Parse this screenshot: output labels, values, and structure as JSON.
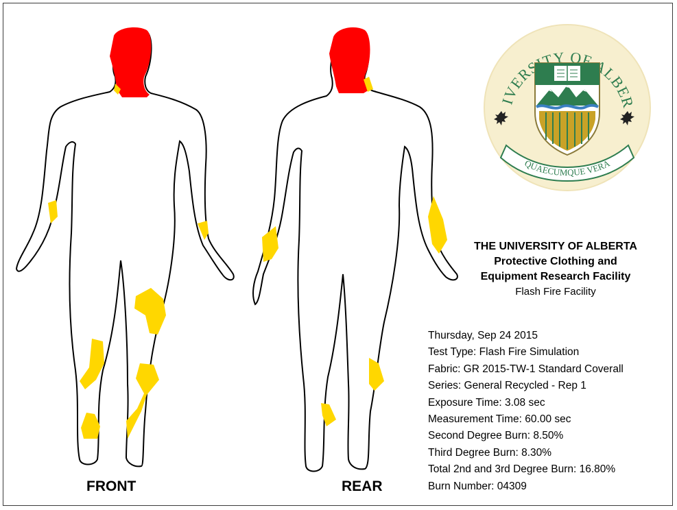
{
  "views": {
    "front_label": "FRONT",
    "rear_label": "REAR"
  },
  "heading": {
    "institution": "THE UNIVERSITY OF ALBERTA",
    "facility_line1": "Protective Clothing and",
    "facility_line2": "Equipment Research Facility",
    "sub_facility": "Flash Fire Facility"
  },
  "seal": {
    "ring_text": "UNIVERSITY OF ALBERTA",
    "motto": "QUAECUMQUE VERA"
  },
  "test_details": {
    "date": "Thursday, Sep 24 2015",
    "test_type": "Test Type: Flash Fire Simulation",
    "fabric": "Fabric: GR 2015-TW-1 Standard Coverall",
    "series": "Series: General Recycled - Rep 1",
    "exposure_time": "Exposure Time: 3.08 sec",
    "measurement_time": "Measurement Time: 60.00 sec",
    "second_degree": "Second Degree Burn: 8.50%",
    "third_degree": "Third Degree Burn: 8.30%",
    "total_burn": "Total 2nd and 3rd Degree Burn: 16.80%",
    "burn_number": "Burn Number: 04309"
  },
  "colors": {
    "third_degree_burn": "#ff0000",
    "second_degree_burn": "#ffd700",
    "outline": "#000000",
    "seal_green": "#2e7d4f",
    "seal_gold": "#c9a227"
  }
}
